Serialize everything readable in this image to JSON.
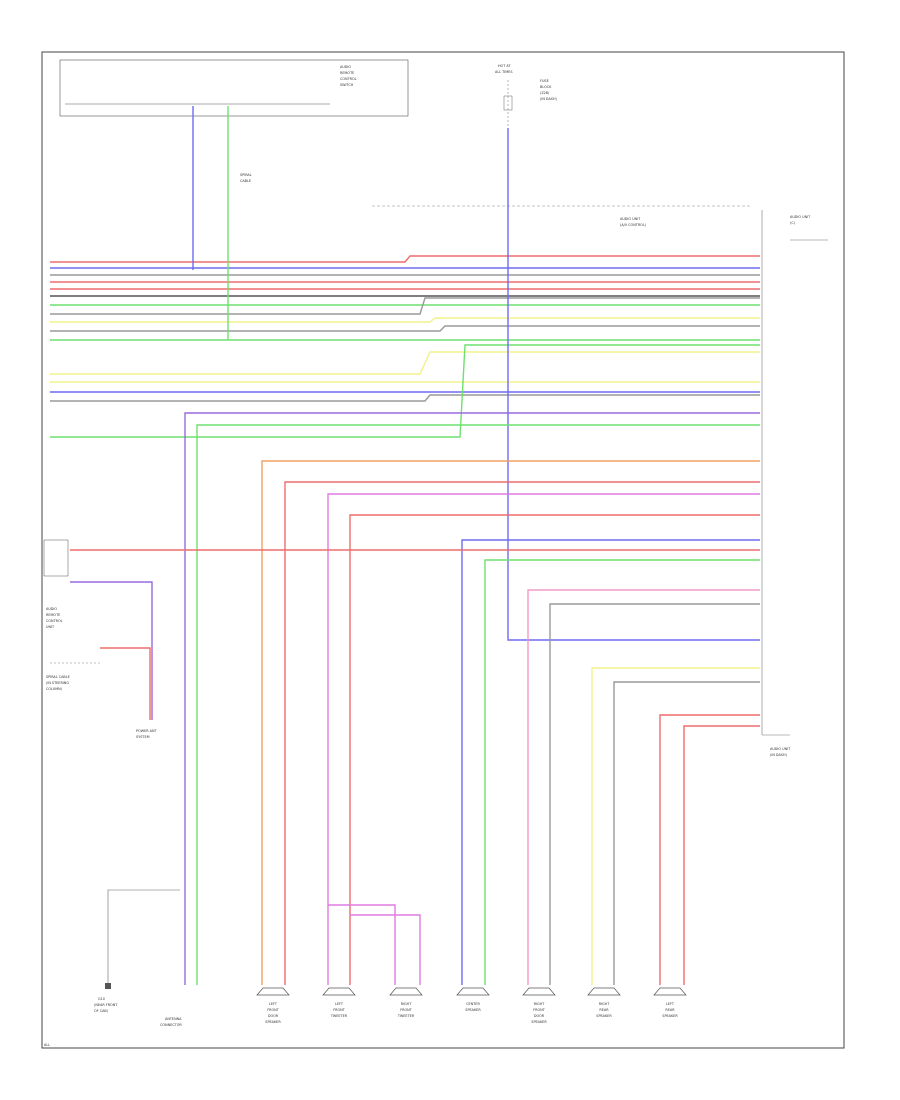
{
  "corner_label": "ALL",
  "components": {
    "top_switch": {
      "lines": [
        "AUDIO",
        "REMOTE",
        "CONTROL",
        "SWITCH"
      ]
    },
    "fuse": {
      "lines": [
        "HOT AT",
        "ALL TIMES"
      ]
    },
    "fuse_note": {
      "lines": [
        "FUSE",
        "BLOCK",
        "(Z28)",
        "(IN DASH)"
      ]
    },
    "audio_unit_a": {
      "lines": [
        "AUDIO UNIT",
        "(A/V CONTROL)"
      ]
    },
    "audio_unit_b": {
      "lines": [
        "AUDIO UNIT",
        "(C)"
      ]
    },
    "steering_sensor": {
      "lines": [
        "SPIRAL",
        "CABLE"
      ]
    },
    "left_module": {
      "lines": [
        "AUDIO",
        "REMOTE",
        "CONTROL",
        "UNIT"
      ]
    },
    "left_module2": {
      "lines": [
        "SPIRAL CABLE",
        "(IN STEERING",
        "COLUMN)"
      ]
    },
    "ground": {
      "lines": [
        "G10",
        "(NEAR FRONT",
        "OF CAB)"
      ]
    },
    "antenna": {
      "lines": [
        "ANTENNA",
        "CONNECTOR"
      ]
    },
    "radio_out": {
      "lines": [
        "AUDIO UNIT",
        "(IN DASH)"
      ]
    },
    "power_antenna": {
      "lines": [
        "POWER ANT",
        "SYSTEM"
      ]
    },
    "bottom_right": {
      "lines": [
        "AUDIO UNIT",
        "(IN DASH)"
      ]
    }
  },
  "speakers": [
    {
      "id": "sp1",
      "lines": [
        "LEFT",
        "FRONT",
        "DOOR",
        "SPEAKER"
      ]
    },
    {
      "id": "sp2",
      "lines": [
        "LEFT",
        "FRONT",
        "TWEETER"
      ]
    },
    {
      "id": "sp3",
      "lines": [
        "RIGHT",
        "FRONT",
        "TWEETER"
      ]
    },
    {
      "id": "sp4",
      "lines": [
        "CENTER",
        "SPEAKER"
      ]
    },
    {
      "id": "sp5",
      "lines": [
        "RIGHT",
        "FRONT",
        "DOOR",
        "SPEAKER"
      ]
    },
    {
      "id": "sp6",
      "lines": [
        "RIGHT",
        "REAR",
        "SPEAKER"
      ]
    },
    {
      "id": "sp7",
      "lines": [
        "LEFT",
        "REAR",
        "SPEAKER"
      ]
    }
  ],
  "wire_colors": {
    "blue": "#6f6cf2",
    "red": "#ef6c6c",
    "green": "#6fe06f",
    "yellow": "#f2f28a",
    "gray": "#9a9a9a",
    "magenta": "#e07ae0",
    "purple": "#9a6ae0",
    "orange": "#f2a060",
    "pink": "#f29ac8",
    "dark": "#555555"
  }
}
